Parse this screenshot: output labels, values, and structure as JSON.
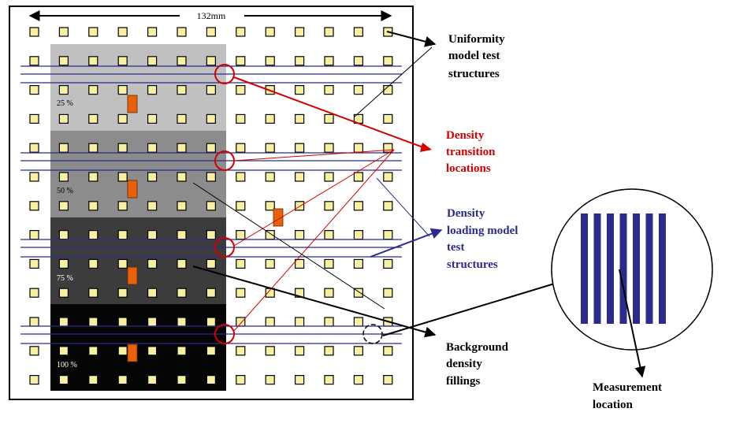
{
  "scale_label": "132mm",
  "density_regions": [
    {
      "label": "25 %",
      "fill": "#c0c0c0",
      "text_color": "#000000"
    },
    {
      "label": "50 %",
      "fill": "#8c8c8c",
      "text_color": "#000000"
    },
    {
      "label": "75 %",
      "fill": "#3c3c3c",
      "text_color": "#ffffff"
    },
    {
      "label": "100 %",
      "fill": "#050505",
      "text_color": "#ffffff"
    }
  ],
  "callouts": {
    "uniformity": {
      "lines": [
        "Uniformity",
        "model test",
        "structures"
      ],
      "color": "#000000"
    },
    "transition": {
      "lines": [
        "Density",
        "transition",
        "locations"
      ],
      "color": "#d40000"
    },
    "loading": {
      "lines": [
        "Density",
        "loading model",
        "test",
        "structures"
      ],
      "color": "#2b2b8c"
    },
    "background": {
      "lines": [
        "Background",
        "density",
        "fillings"
      ],
      "color": "#000000"
    },
    "measurement": {
      "lines": [
        "Measurement",
        "location"
      ],
      "color": "#000000"
    }
  },
  "colors": {
    "test_square_fill": "#f7f0a0",
    "marker_fill": "#e8600a",
    "scan_line": "#2b2b8c",
    "transition_circle": "#d40000",
    "gauge_bar": "#2b2b8c"
  }
}
